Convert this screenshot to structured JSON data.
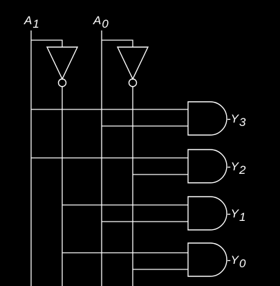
{
  "colors": {
    "background": "#000000",
    "line": "#ffffff"
  },
  "inputs": [
    {
      "letter": "A",
      "sub": "1"
    },
    {
      "letter": "A",
      "sub": "0"
    }
  ],
  "outputs": [
    {
      "prefix": "-",
      "letter": "Y",
      "sub": "3"
    },
    {
      "prefix": "-",
      "letter": "Y",
      "sub": "2"
    },
    {
      "prefix": "-",
      "letter": "Y",
      "sub": "1"
    },
    {
      "prefix": "-",
      "letter": "Y",
      "sub": "0"
    }
  ],
  "components": {
    "inverters": [
      "not-gate-a1",
      "not-gate-a0"
    ],
    "gates": [
      "and-gate-y3",
      "and-gate-y2",
      "and-gate-y1",
      "and-gate-y0"
    ]
  }
}
